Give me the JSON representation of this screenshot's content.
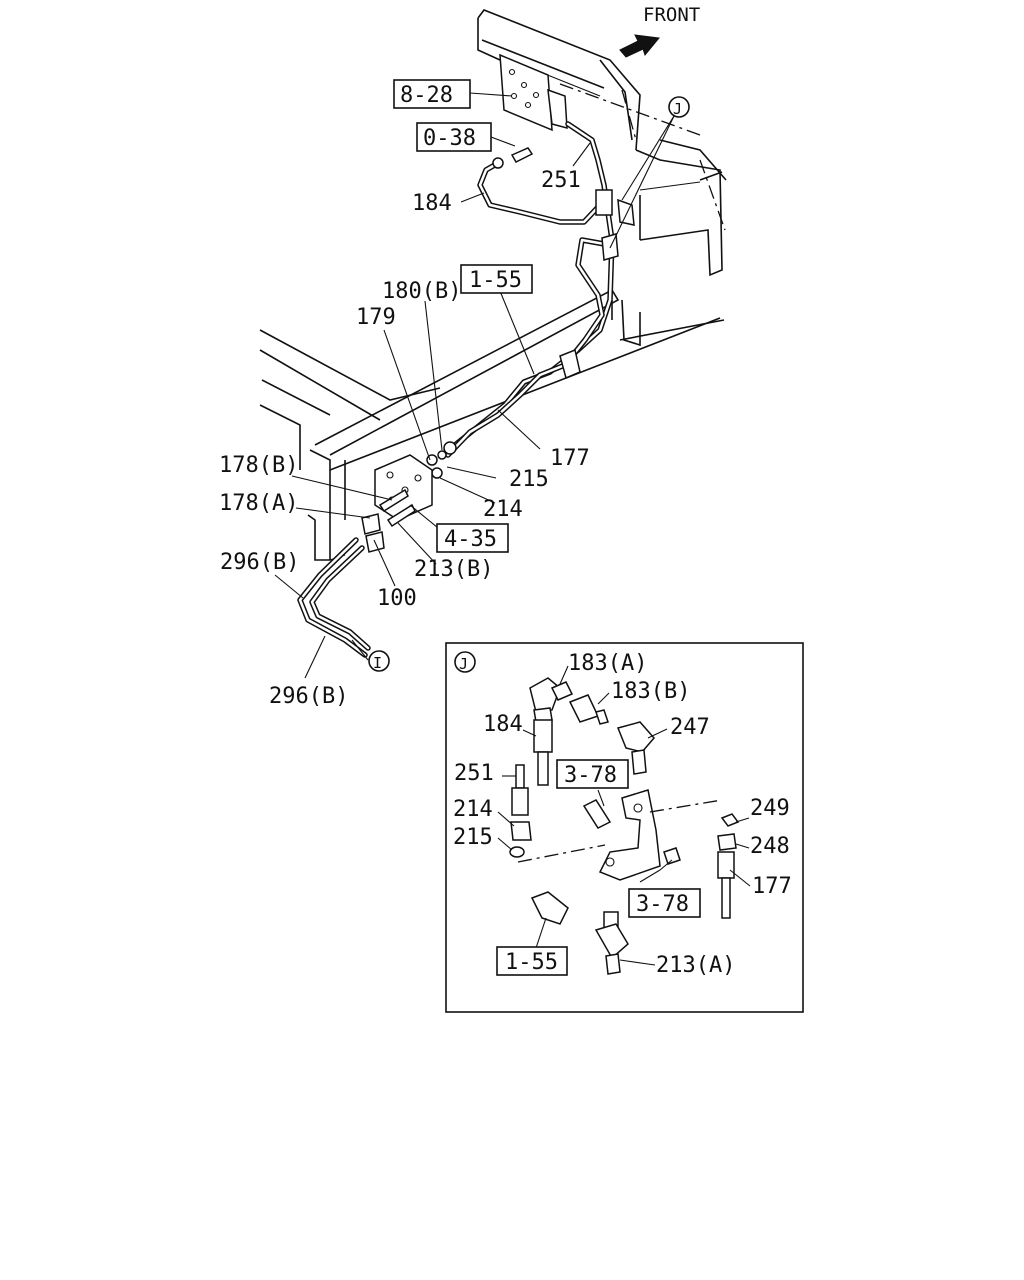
{
  "header": {
    "front_label": "FRONT"
  },
  "callouts": {
    "j": "J",
    "i": "I"
  },
  "main_labels": {
    "ref_8_28": "8-28",
    "ref_0_38": "0-38",
    "p251": "251",
    "p184": "184",
    "ref_1_55": "1-55",
    "p180b": "180(B)",
    "p179": "179",
    "p177": "177",
    "p215": "215",
    "p214": "214",
    "p178b": "178(B)",
    "p178a": "178(A)",
    "ref_4_35": "4-35",
    "p213b": "213(B)",
    "p296b_top": "296(B)",
    "p100": "100",
    "p296b_bottom": "296(B)"
  },
  "detail_labels": {
    "p183a": "183(A)",
    "p183b": "183(B)",
    "p184": "184",
    "p247": "247",
    "p251": "251",
    "ref_3_78_top": "3-78",
    "p214": "214",
    "p249": "249",
    "p215": "215",
    "p248": "248",
    "p177": "177",
    "ref_3_78_bottom": "3-78",
    "ref_1_55": "1-55",
    "p213a": "213(A)"
  }
}
